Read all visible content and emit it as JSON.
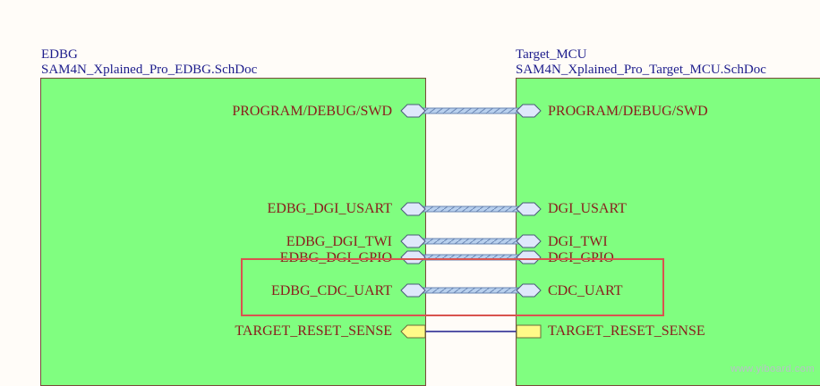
{
  "left_sheet": {
    "designator": "EDBG",
    "filename": "SAM4N_Xplained_Pro_EDBG.SchDoc",
    "ports": [
      {
        "label": "PROGRAM/DEBUG/SWD"
      },
      {
        "label": "EDBG_DGI_USART"
      },
      {
        "label": "EDBG_DGI_TWI"
      },
      {
        "label": "EDBG_DGI_GPIO"
      },
      {
        "label": "EDBG_CDC_UART"
      },
      {
        "label": "TARGET_RESET_SENSE"
      }
    ]
  },
  "right_sheet": {
    "designator": "Target_MCU",
    "filename": "SAM4N_Xplained_Pro_Target_MCU.SchDoc",
    "ports": [
      {
        "label": "PROGRAM/DEBUG/SWD"
      },
      {
        "label": "DGI_USART"
      },
      {
        "label": "DGI_TWI"
      },
      {
        "label": "DGI_GPIO"
      },
      {
        "label": "CDC_UART"
      },
      {
        "label": "TARGET_RESET_SENSE"
      }
    ]
  },
  "connections": [
    {
      "type": "bus"
    },
    {
      "type": "bus"
    },
    {
      "type": "bus"
    },
    {
      "type": "bus"
    },
    {
      "type": "bus"
    },
    {
      "type": "wire"
    }
  ],
  "highlight_color": "#d9534f",
  "sheet_fill": "#80fe80",
  "watermark": "www.yiboard.com"
}
